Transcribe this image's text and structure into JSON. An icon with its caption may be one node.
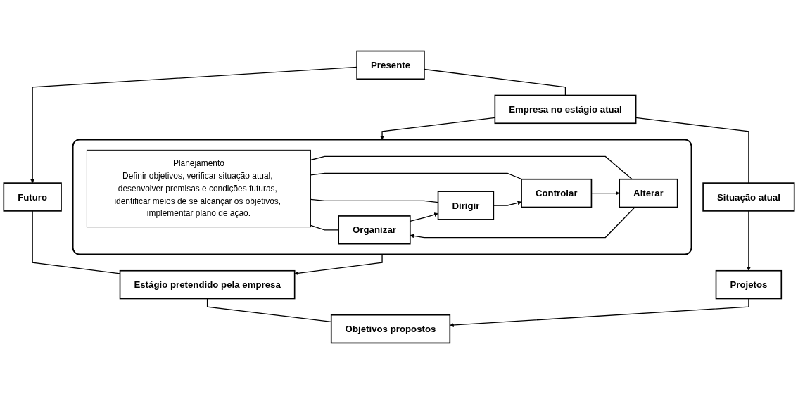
{
  "diagram": {
    "nodes": [
      {
        "text": [
          "Presente"
        ]
      },
      {
        "text": [
          "Futuro"
        ]
      },
      {
        "text": [
          "Empresa no estágio atual"
        ]
      },
      {
        "text": [],
        "shape": "box"
      },
      {
        "text": [
          "Planejamento",
          "Definir objetivos, verificar situação atual, desenvolver premisas e condições futuras, identificar meios de se alcançar os objetivos, implementar plano de ação."
        ],
        "in": 3
      },
      {
        "text": [
          "Organizar"
        ],
        "in": 3
      },
      {
        "text": [
          "Dirigir"
        ],
        "in": 3
      },
      {
        "text": [
          "Controlar"
        ],
        "in": 3
      },
      {
        "text": [
          "Alterar"
        ],
        "in": 3
      },
      {
        "text": [
          "Estágio pretendido pela empresa"
        ]
      },
      {
        "text": [
          "Situação atual"
        ]
      },
      {
        "text": [
          "Projetos"
        ]
      },
      {
        "text": [
          "Objetivos propostos"
        ]
      }
    ],
    "edges": [
      {
        "from": 0,
        "to": 1,
        "arrow": "to"
      },
      {
        "from": 0,
        "to": 2,
        "arrow": "none"
      },
      {
        "from": 2,
        "to": 10,
        "arrow": "none"
      },
      {
        "from": 1,
        "to": 9,
        "arrow": "none"
      },
      {
        "from": 9,
        "to": 12,
        "arrow": "none"
      },
      {
        "from": 2,
        "to": 3,
        "arrow": "to"
      },
      {
        "from": 3,
        "to": 9,
        "arrow": "to"
      },
      {
        "from": 4,
        "to": 5,
        "arrow": "none"
      },
      {
        "from": 4,
        "to": 6,
        "arrow": "none"
      },
      {
        "from": 4,
        "to": 7,
        "arrow": "none"
      },
      {
        "from": 4,
        "to": 8,
        "arrow": "none"
      },
      {
        "from": 5,
        "to": 6,
        "arrow": "to"
      },
      {
        "from": 6,
        "to": 7,
        "arrow": "to"
      },
      {
        "from": 7,
        "to": 8,
        "arrow": "to"
      },
      {
        "from": 8,
        "to": 5,
        "arrow": "to"
      },
      {
        "from": 10,
        "to": 11,
        "arrow": "to"
      },
      {
        "from": 11,
        "to": 12,
        "arrow": "to"
      }
    ]
  }
}
